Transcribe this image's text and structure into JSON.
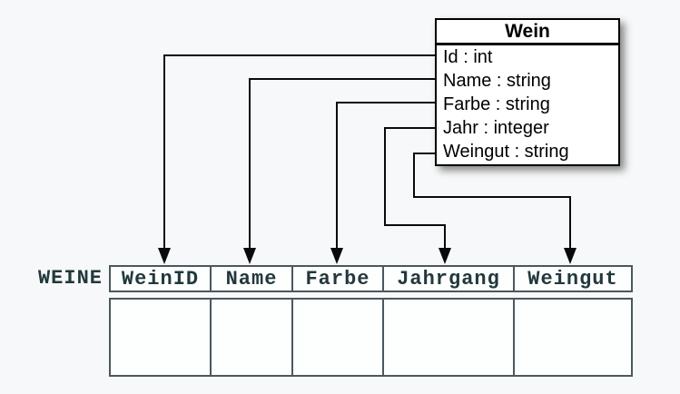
{
  "class_box": {
    "title": "Wein",
    "attributes": [
      "Id : int",
      "Name : string",
      "Farbe : string",
      "Jahr : integer",
      "Weingut : string"
    ]
  },
  "table": {
    "label": "WEINE",
    "columns": [
      "WeinID",
      "Name",
      "Farbe",
      "Jahrgang",
      "Weingut"
    ],
    "body_rows": 1
  },
  "mappings": [
    {
      "from": "Id",
      "to": "WeinID"
    },
    {
      "from": "Name",
      "to": "Name"
    },
    {
      "from": "Farbe",
      "to": "Farbe"
    },
    {
      "from": "Jahr",
      "to": "Jahrgang"
    },
    {
      "from": "Weingut",
      "to": "Weingut"
    }
  ],
  "colors": {
    "background": "#f7f8f9",
    "class_box_border": "#000000",
    "class_box_fill": "#ffffff",
    "connector": "#0a0a0a",
    "table_border": "#4b585d",
    "table_text": "#22383d"
  }
}
